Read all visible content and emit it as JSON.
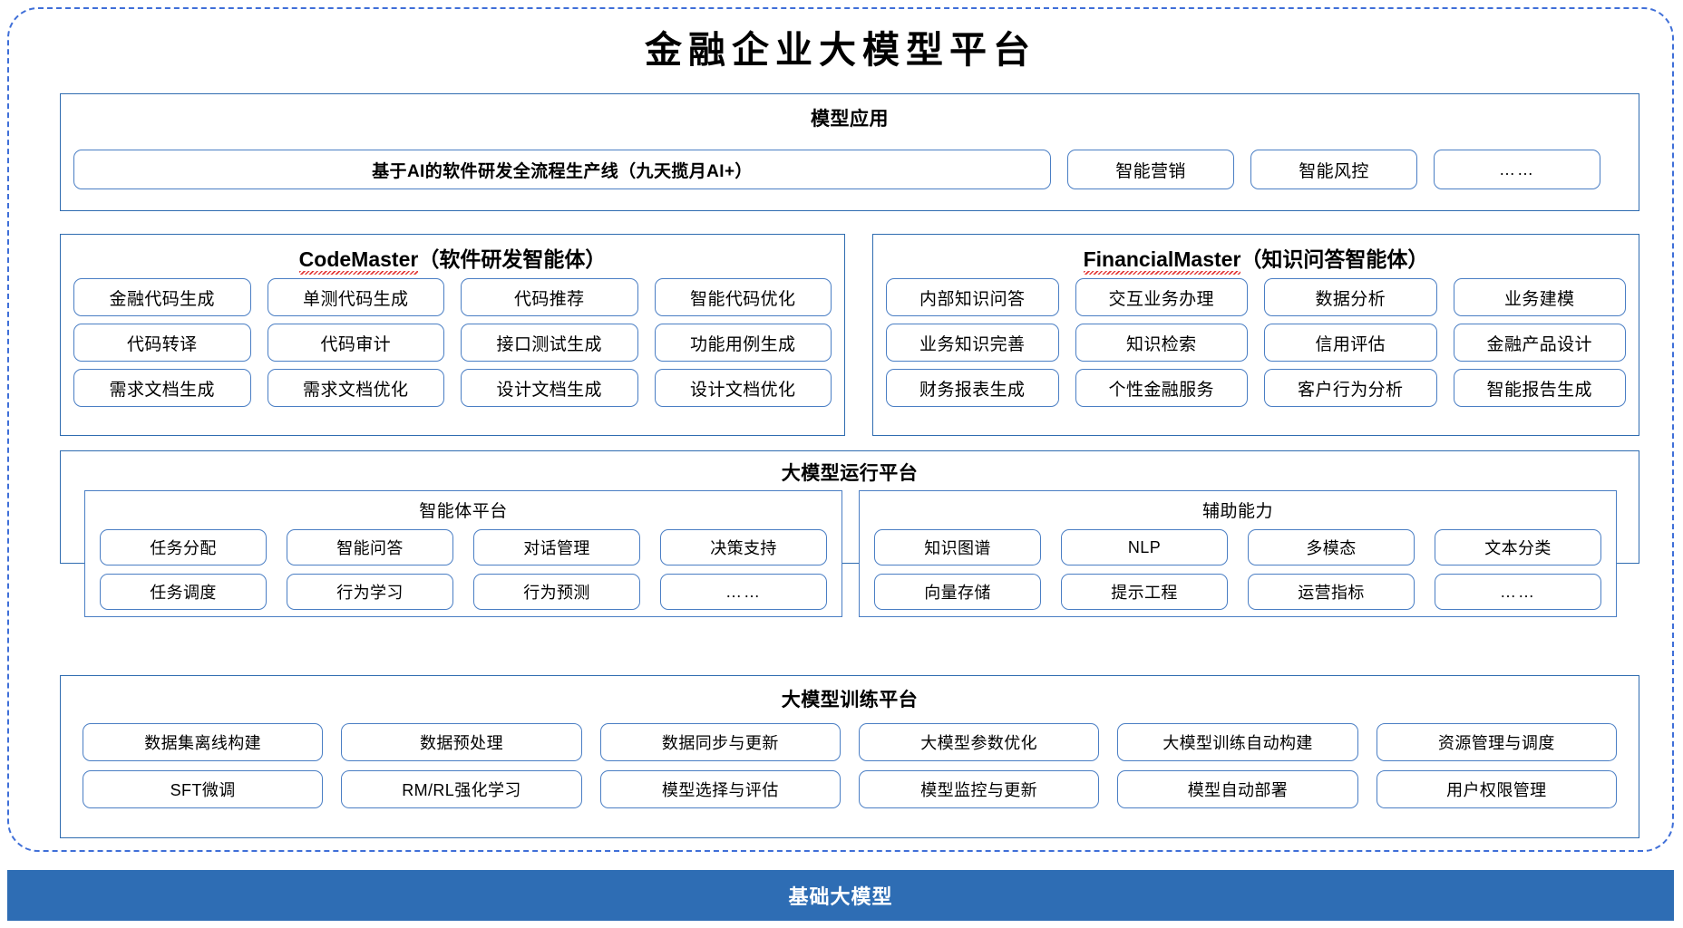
{
  "title": "金融企业大模型平台",
  "colors": {
    "frame_border": "#3f6fd8",
    "panel_border": "#2f6cb0",
    "pill_border": "#4a7ec4",
    "base_bar": "#2e6db4",
    "spellcheck_underline": "#e03030"
  },
  "model_application": {
    "title": "模型应用",
    "pipeline": "基于AI的软件研发全流程生产线（九天揽月AI+）",
    "items": [
      "智能营销",
      "智能风控",
      "……"
    ]
  },
  "agents": [
    {
      "name": "CodeMaster",
      "suffix": "（软件研发智能体）",
      "items": [
        "金融代码生成",
        "单测代码生成",
        "代码推荐",
        "智能代码优化",
        "代码转译",
        "代码审计",
        "接口测试生成",
        "功能用例生成",
        "需求文档生成",
        "需求文档优化",
        "设计文档生成",
        "设计文档优化"
      ]
    },
    {
      "name": "FinancialMaster",
      "suffix": "（知识问答智能体）",
      "items": [
        "内部知识问答",
        "交互业务办理",
        "数据分析",
        "业务建模",
        "业务知识完善",
        "知识检索",
        "信用评估",
        "金融产品设计",
        "财务报表生成",
        "个性金融服务",
        "客户行为分析",
        "智能报告生成"
      ]
    }
  ],
  "runtime_platform": {
    "title": "大模型运行平台",
    "subpanels": [
      {
        "title": "智能体平台",
        "items": [
          "任务分配",
          "智能问答",
          "对话管理",
          "决策支持",
          "任务调度",
          "行为学习",
          "行为预测",
          "……"
        ]
      },
      {
        "title": "辅助能力",
        "items": [
          "知识图谱",
          "NLP",
          "多模态",
          "文本分类",
          "向量存储",
          "提示工程",
          "运营指标",
          "……"
        ]
      }
    ]
  },
  "training_platform": {
    "title": "大模型训练平台",
    "items": [
      "数据集离线构建",
      "数据预处理",
      "数据同步与更新",
      "大模型参数优化",
      "大模型训练自动构建",
      "资源管理与调度",
      "SFT微调",
      "RM/RL强化学习",
      "模型选择与评估",
      "模型监控与更新",
      "模型自动部署",
      "用户权限管理"
    ]
  },
  "base_model": {
    "label": "基础大模型"
  }
}
